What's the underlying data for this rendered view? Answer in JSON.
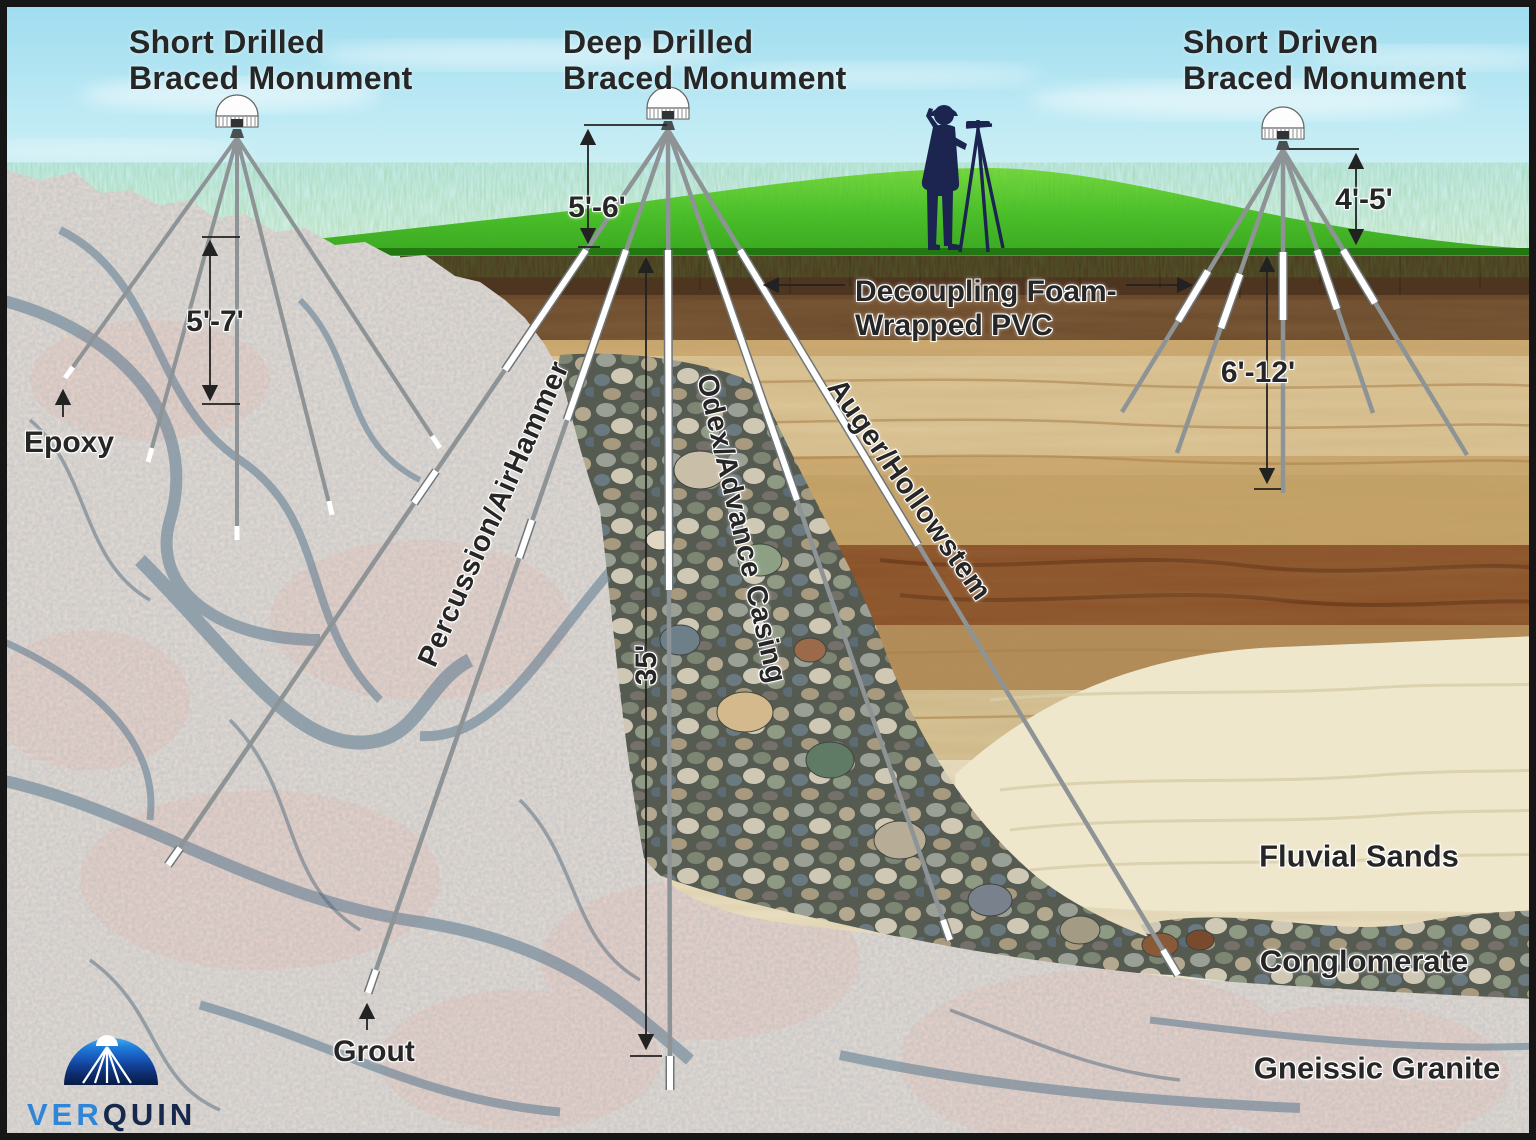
{
  "monuments": {
    "short_drilled": {
      "title_line1": "Short Drilled",
      "title_line2": "Braced Monument",
      "depth_below": "5'-7'",
      "anchor": "Epoxy"
    },
    "deep_drilled": {
      "title_line1": "Deep Drilled",
      "title_line2": "Braced Monument",
      "height_above": "5'-6'",
      "depth_total": "35'",
      "anchor": "Grout",
      "method_left": "Percussion/AirHammer",
      "method_center": "Odex/Advance Casing",
      "method_right": "Auger/Hollowstem"
    },
    "short_driven": {
      "title_line1": "Short Driven",
      "title_line2": "Braced Monument",
      "height_above": "4'-5'",
      "depth_below": "6'-12'"
    }
  },
  "callouts": {
    "decoupling_line1": "Decoupling Foam-",
    "decoupling_line2": "Wrapped PVC"
  },
  "geology": {
    "fluvial_sands": "Fluvial Sands",
    "conglomerate": "Conglomerate",
    "gneissic_granite": "Gneissic Granite"
  },
  "logo": {
    "prefix": "VER",
    "suffix": "QUIN"
  },
  "colors": {
    "sky_top": "#9edcef",
    "grass": "#3cb41e",
    "topsoil": "#54381f",
    "sand_light": "#ece3c6",
    "granite_base": "#e9dcd2",
    "granite_vein": "#41627c",
    "logo_blue": "#2f85d8",
    "logo_navy": "#16294d",
    "ink": "#262626"
  }
}
